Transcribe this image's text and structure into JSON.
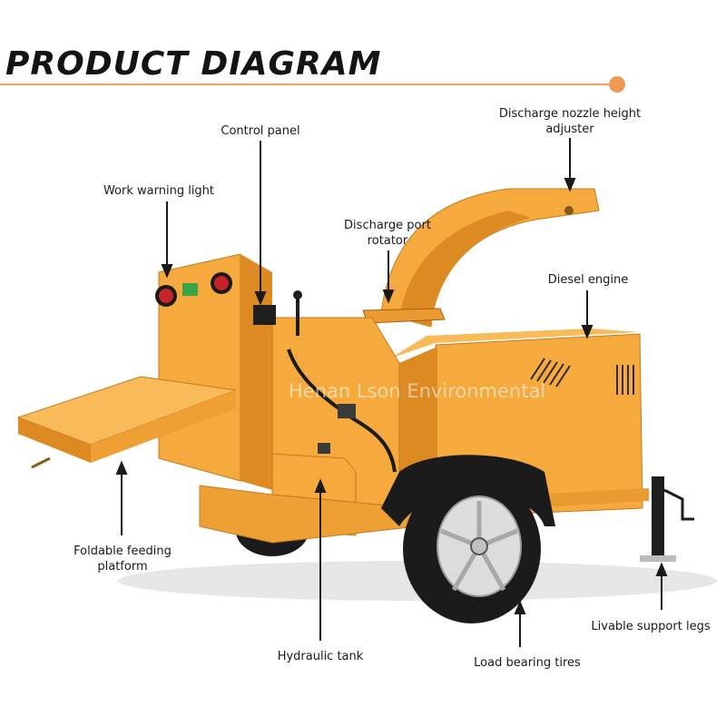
{
  "header": {
    "title": "PRODUCT DIAGRAM",
    "accent_color": "#ef9a52"
  },
  "watermark": "Henan Lson Environmental",
  "machine": {
    "body_color": "#f6a93c",
    "shade_color": "#dd8a22",
    "tire_color": "#1b1b1b",
    "rim_color": "#dcdcdc"
  },
  "callouts": {
    "control_panel": "Control panel",
    "discharge_nozzle": [
      "Discharge nozzle height",
      "adjuster"
    ],
    "work_warning_light": "Work warning light",
    "discharge_port": [
      "Discharge port",
      "rotator"
    ],
    "diesel_engine": "Diesel engine",
    "feeding_platform": [
      "Foldable feeding",
      "platform"
    ],
    "hydraulic_tank": "Hydraulic tank",
    "load_tires": "Load bearing tires",
    "support_legs": "Livable support legs"
  }
}
